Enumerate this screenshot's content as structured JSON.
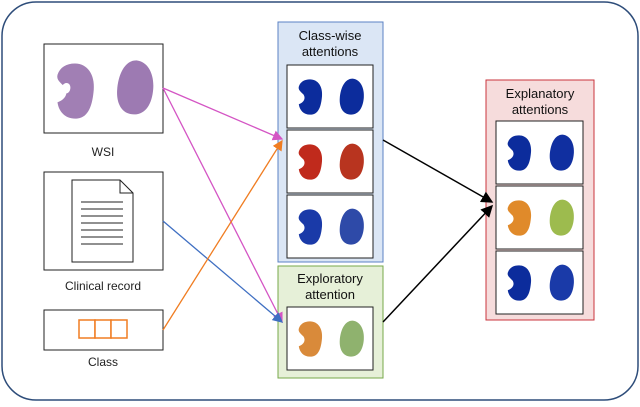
{
  "labels": {
    "wsi": "WSI",
    "clinical_record": "Clinical record",
    "class": "Class",
    "classwise_title_line1": "Class-wise",
    "classwise_title_line2": "attentions",
    "exploratory_title_line1": "Exploratory",
    "exploratory_title_line2": "attention",
    "explanatory_title_line1": "Explanatory",
    "explanatory_title_line2": "attentions"
  },
  "colors": {
    "outer_border": "#2e4d7a",
    "classwise_fill": "#dbe6f5",
    "classwise_border": "#5b82c4",
    "exploratory_fill": "#e6f0d8",
    "exploratory_border": "#77a84a",
    "explanatory_fill": "#f6dcdc",
    "explanatory_border": "#c9353d",
    "arrow_wsi": "#d455c4",
    "arrow_clinical": "#3f6fc2",
    "arrow_class": "#f07d22",
    "arrow_merge": "#000000",
    "heat_blue": "#0c2c9c",
    "heat_red": "#c02a1c",
    "heat_green": "#7fb26a",
    "wsi_tissue": "#a17fb4"
  }
}
